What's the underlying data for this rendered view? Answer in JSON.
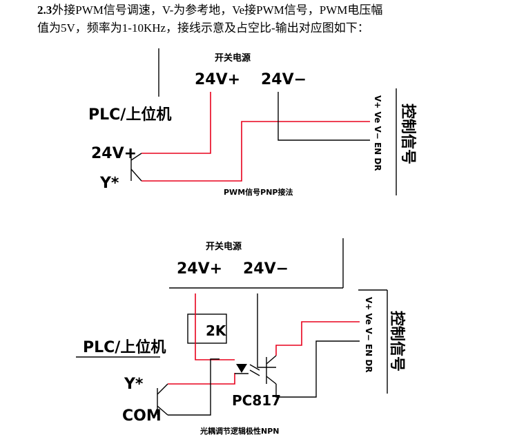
{
  "heading": {
    "section": "2.3",
    "line1": "外接PWM信号调速，V-为参考地，Ve接PWM信号，PWM电压幅",
    "line2": "值为5V，频率为1-10KHz，接线示意及占空比-输出对应图如下："
  },
  "diagram_top": {
    "power_title": "开关电源",
    "v_plus": "24V+",
    "v_minus": "24V−",
    "plc_label": "PLC/上位机",
    "plc_24v": "24V+",
    "plc_y": "Y*",
    "control_signal": "控制信号",
    "terminals": "V+ Ve V− EN DR",
    "caption": "PWM信号PNP接法"
  },
  "diagram_bottom": {
    "power_title": "开关电源",
    "v_plus": "24V+",
    "v_minus": "24V−",
    "plc_label": "PLC/上位机",
    "resistor": "2K",
    "plc_y": "Y*",
    "plc_com": "COM",
    "optocoupler": "PC817",
    "control_signal": "控制信号",
    "terminals": "V+ Ve V− EN DR",
    "caption": "光耦调节逻辑极性NPN"
  },
  "colors": {
    "signal_wire": "#e8001c",
    "wire": "#000000"
  }
}
